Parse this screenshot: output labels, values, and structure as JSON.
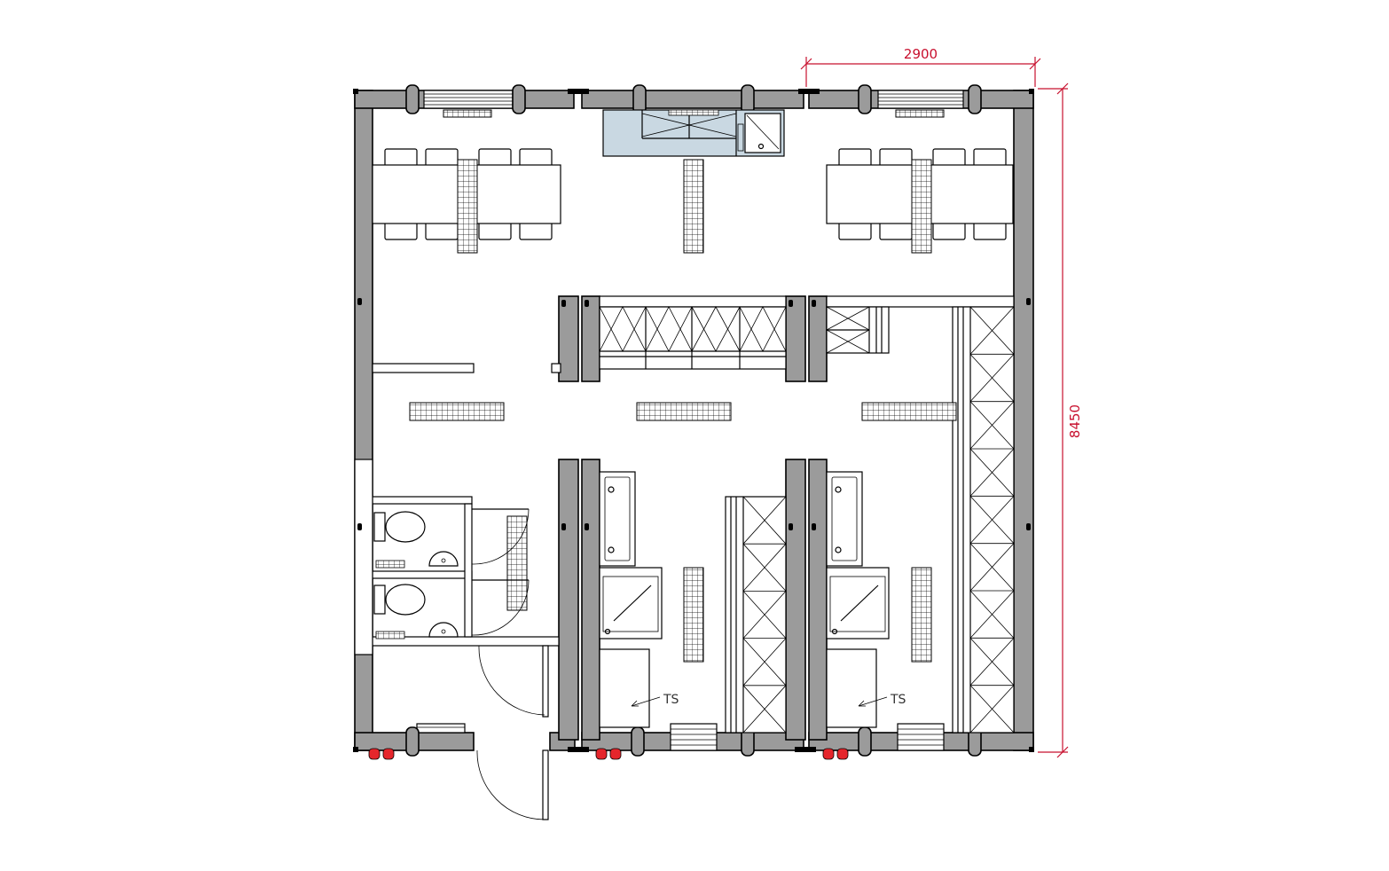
{
  "dimensions": {
    "width_label": "2900",
    "height_label": "8450"
  },
  "room_labels": {
    "ts_left": "TS",
    "ts_right": "TS"
  },
  "colors": {
    "wall": "#9b9b9b",
    "dimension": "#c8102e",
    "kitchen": "#c9d8e2",
    "socket": "#e5262c"
  }
}
